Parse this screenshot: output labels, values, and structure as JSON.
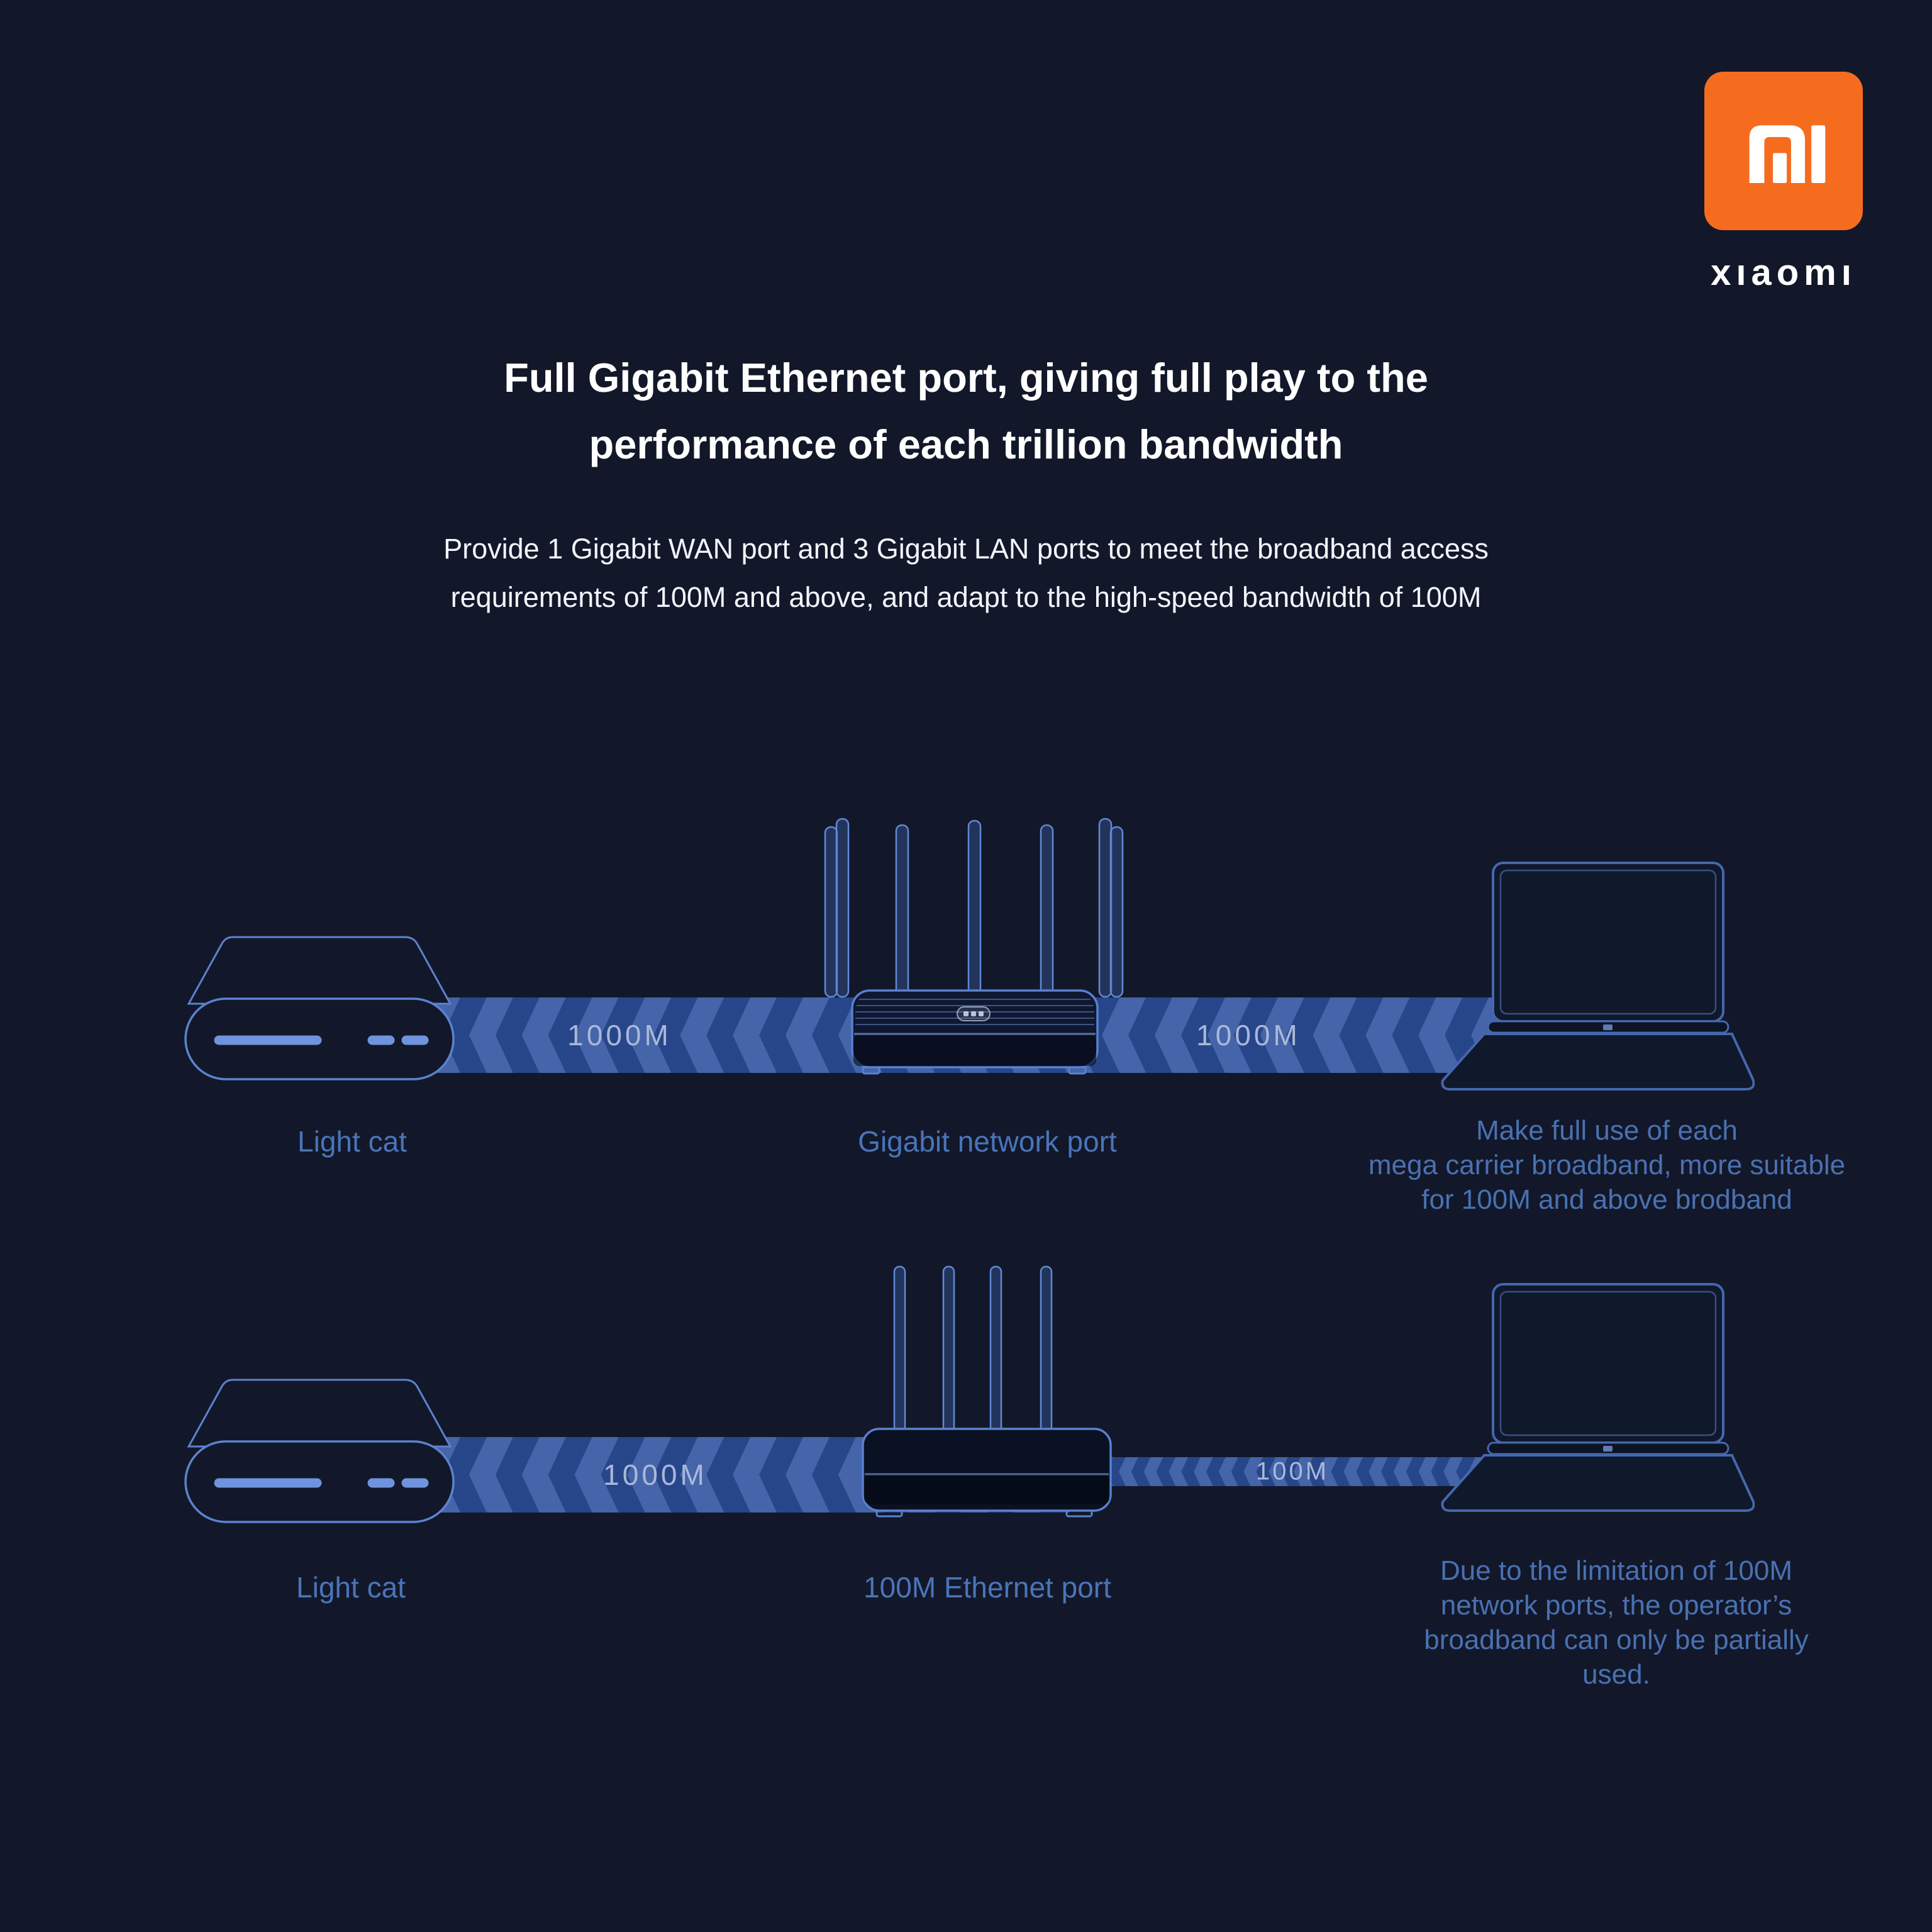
{
  "brand": {
    "wordmark": "xıaomı",
    "mi_monogram": "MI",
    "orange": "#f66c1f"
  },
  "title": {
    "line1": "Full Gigabit Ethernet port, giving full play to the",
    "line2": "performance of each trillion bandwidth"
  },
  "subtitle": {
    "line1": "Provide 1 Gigabit WAN port and 3 Gigabit LAN ports to meet the broadband access",
    "line2": "requirements of 100M and above, and adapt to the high-speed bandwidth of 100M"
  },
  "diagram": {
    "row1": {
      "modem_label": "Light cat",
      "band_left_label": "1000M",
      "router_label": "Gigabit network port",
      "band_right_label": "1000M",
      "caption_line1": "Make full use of each",
      "caption_line2": "mega carrier broadband, more suitable",
      "caption_line3": "for 100M and above brodband"
    },
    "row2": {
      "modem_label": "Light cat",
      "band_left_label": "1000M",
      "router_label": "100M Ethernet port",
      "band_right_label": "100M",
      "caption_line1": "Due to the limitation of 100M",
      "caption_line2": "network ports, the operator’s",
      "caption_line3": "broadband can only be partially",
      "caption_line4": "used."
    }
  },
  "colors": {
    "background": "#121829",
    "ribbon_blue": "#30539f",
    "ribbon_text": "#a9b8d8",
    "label_blue": "#4a74ba",
    "caption_blue": "#4a70b2",
    "device_outline": "#5a80cf",
    "title_white": "#ffffff"
  }
}
